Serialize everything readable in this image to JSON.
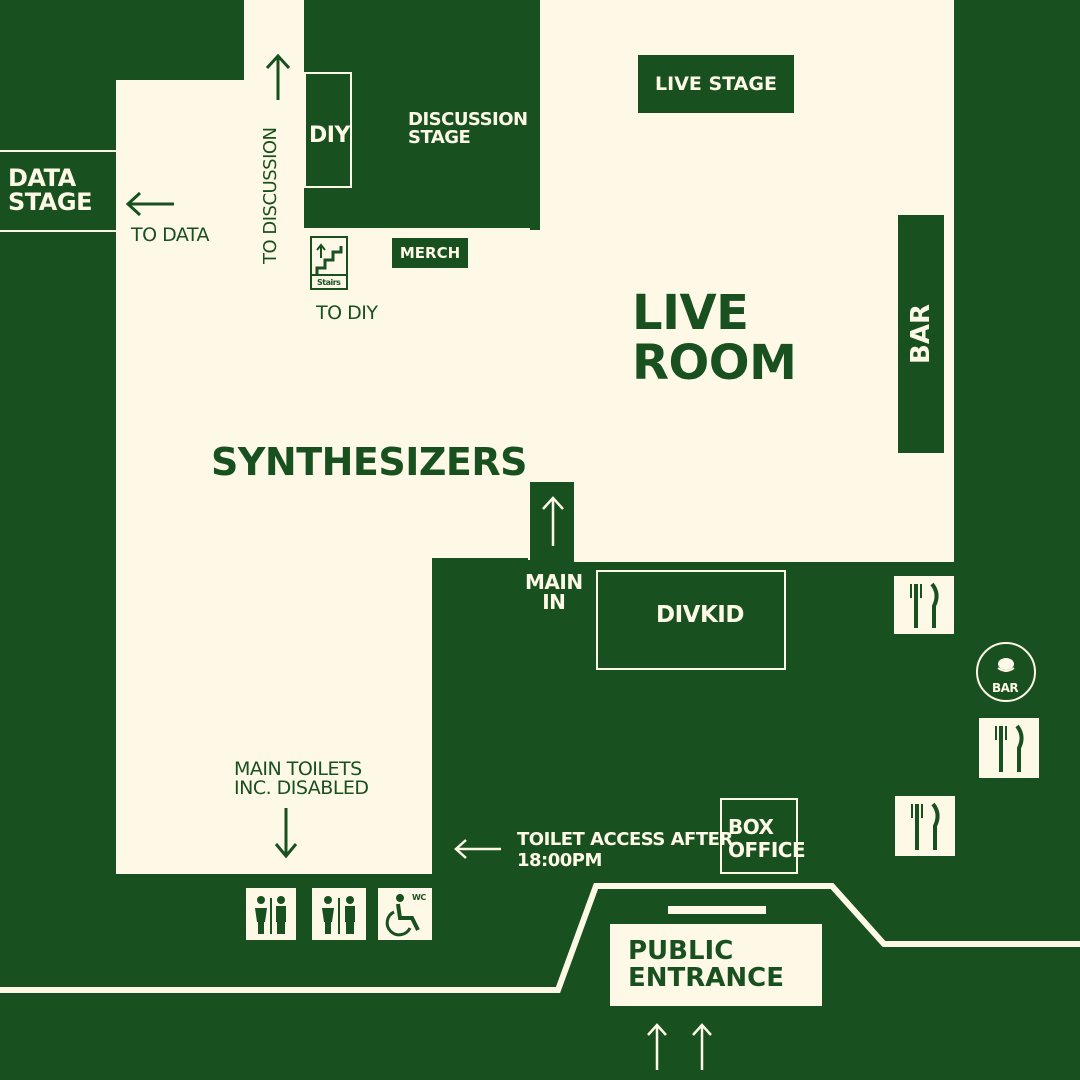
{
  "areas": {
    "data_stage": "DATA\nSTAGE",
    "live_stage": "LIVE STAGE",
    "diy": "DIY",
    "discussion_stage": "DISCUSSION\nSTAGE",
    "merch": "MERCH",
    "live_room": "LIVE\nROOM",
    "bar": "BAR",
    "synthesizers": "SYNTHESIZERS",
    "divkid": "DIVKID",
    "box_office": "BOX\nOFFICE",
    "public_entrance": "PUBLIC\nENTRANCE"
  },
  "directions": {
    "to_data": "TO DATA",
    "to_discussion": "TO DISCUSSION",
    "to_diy": "TO DIY",
    "main_in": "MAIN\nIN",
    "main_toilets": "MAIN TOILETS\nINC. DISABLED",
    "toilet_access": "TOILET ACCESS AFTER\n18:00PM"
  },
  "icon_text": {
    "stairs": "Stairs",
    "bar_badge": "BAR",
    "accessible_wc": "WC"
  },
  "icons": [
    "stairs-icon",
    "restaurant-icon",
    "bar-badge-icon",
    "restroom-icon",
    "accessible-icon"
  ],
  "colors": {
    "background": "#19501f",
    "rooms": "#fdf9e6"
  }
}
